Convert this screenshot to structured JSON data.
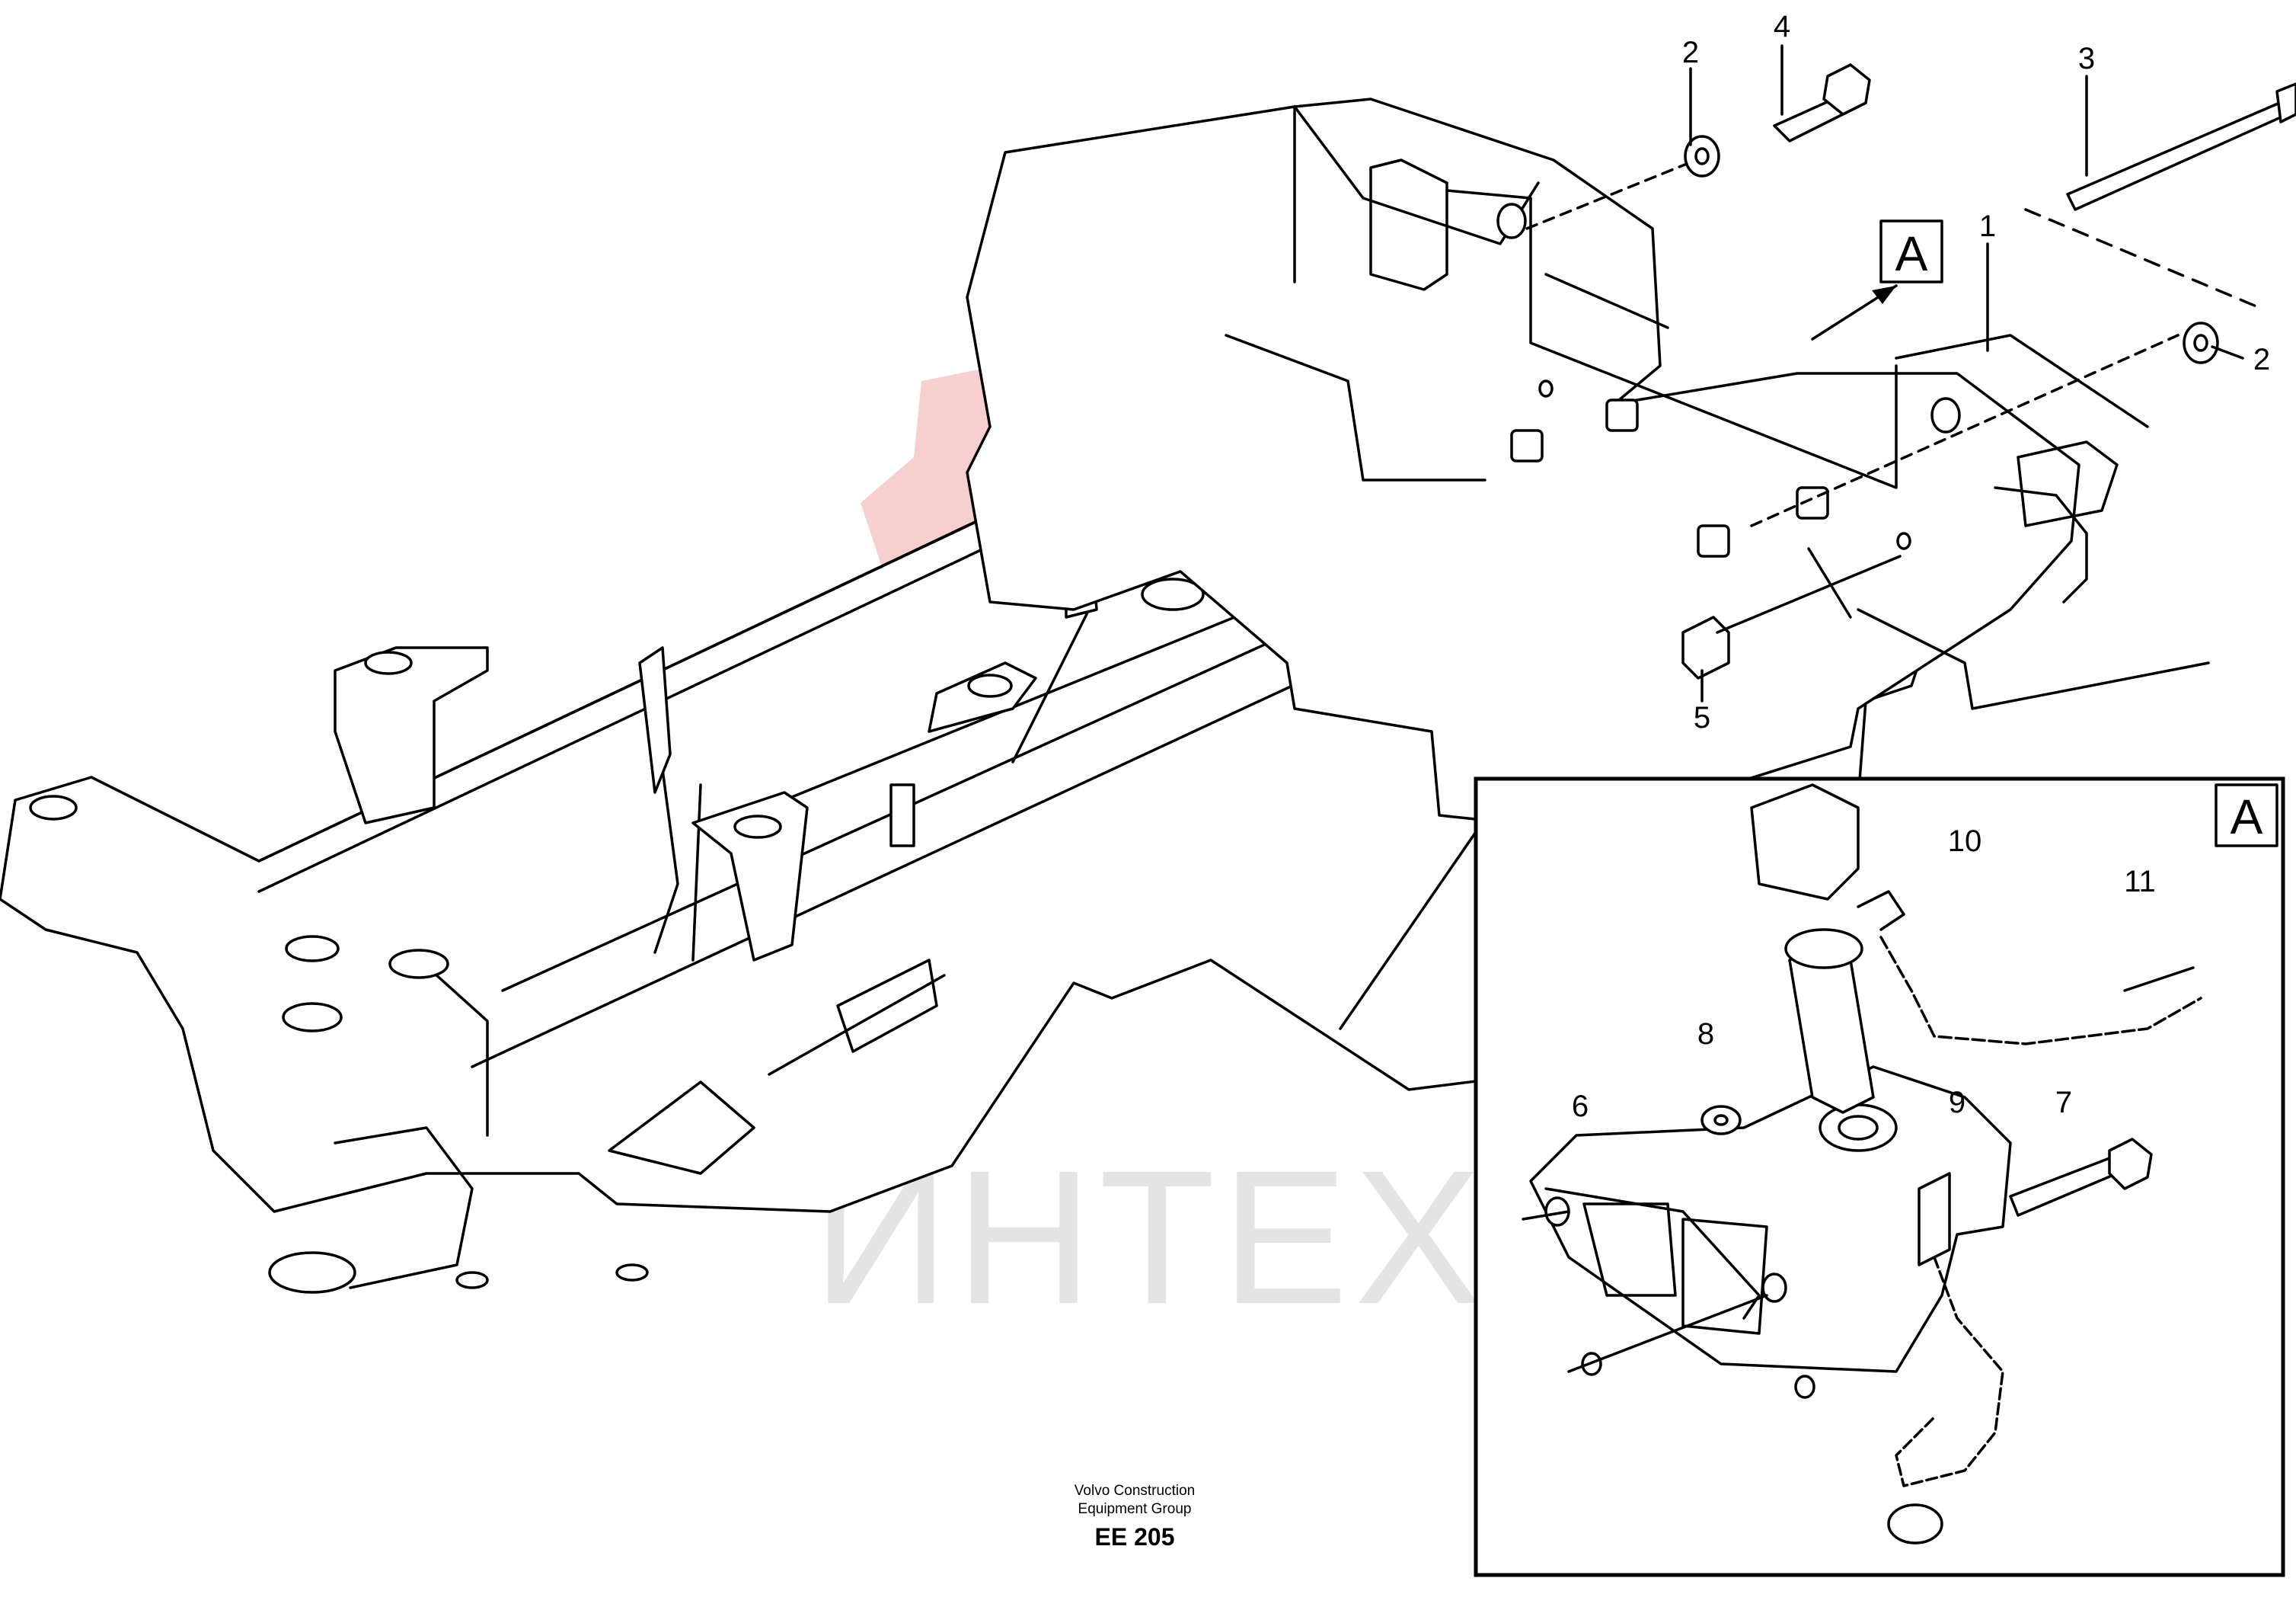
{
  "watermark": {
    "text": "ИНТЕХ",
    "color": "#e0e0e0",
    "logo_color": "#f2a9a9"
  },
  "detail": {
    "label": "A"
  },
  "view_marker": {
    "label": "A"
  },
  "callouts": {
    "c1": "1",
    "c2a": "2",
    "c2b": "2",
    "c3": "3",
    "c4": "4",
    "c5": "5",
    "c6": "6",
    "c7": "7",
    "c8": "8",
    "c9": "9",
    "c10": "10",
    "c11": "11"
  },
  "footer": {
    "line1": "Volvo Construction",
    "line2": "Equipment Group",
    "code": "EE 205"
  }
}
